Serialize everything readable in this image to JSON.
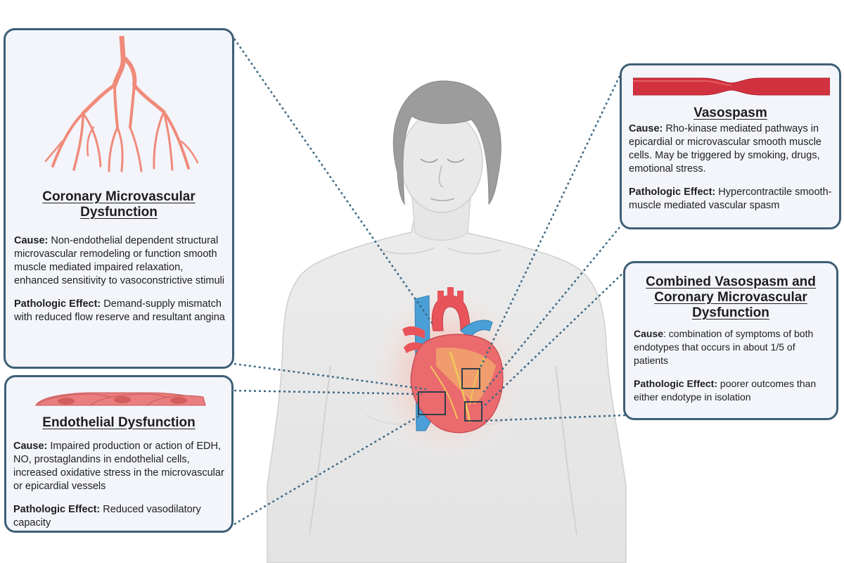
{
  "cards": {
    "cmd": {
      "title_line1": "Coronary Microvascular",
      "title_line2": "Dysfunction",
      "cause_label": "Cause:",
      "cause_text": "Non-endothelial dependent structural microvascular remodeling or function smooth muscle mediated impaired relaxation, enhanced sensitivity to vasoconstrictive stimuli",
      "effect_label": "Pathologic Effect:",
      "effect_text": "Demand-supply mismatch with reduced flow reserve and resultant angina",
      "icon": "microvessel-tree-icon"
    },
    "endo": {
      "title": "Endothelial Dysfunction",
      "cause_label": "Cause:",
      "cause_text": "Impaired production or action of EDH, NO, prostaglandins in endothelial cells, increased oxidative stress in the microvascular or epicardial vessels",
      "effect_label": "Pathologic Effect:",
      "effect_text": "Reduced vasodilatory capacity",
      "icon": "endothelial-cells-icon"
    },
    "vaso": {
      "title": "Vasospasm",
      "cause_label": "Cause:",
      "cause_text": "Rho-kinase mediated pathways in epicardial or microvascular smooth muscle cells. May be triggered by smoking, drugs, emotional stress.",
      "effect_label": "Pathologic Effect:",
      "effect_text": "Hypercontractile smooth-muscle mediated vascular spasm",
      "icon": "constricted-vessel-icon"
    },
    "comb": {
      "title_line1": "Combined  Vasospasm and",
      "title_line2": "Coronary Microvascular",
      "title_line3": "Dysfunction",
      "cause_label": "Cause",
      "cause_text": ": combination of symptoms of both endotypes that occurs in about 1/5 of patients",
      "effect_label": "Pathologic Effect:",
      "effect_text": "poorer outcomes than either endotype in isolation"
    }
  },
  "illustration": {
    "figure": "female-torso-icon",
    "heart": "heart-icon",
    "colors": {
      "card_border": "#3e5f76",
      "card_fill": "#f3f5fb",
      "connector": "#3d6986",
      "vessel": "#f08a7a",
      "vasospasm": "#d2323f",
      "endothelial": "#e97a7a",
      "skin": "#e9e9e9",
      "hair": "#9c9c9c",
      "heart_red": "#e8545a",
      "heart_blue": "#4a9fd6"
    }
  }
}
